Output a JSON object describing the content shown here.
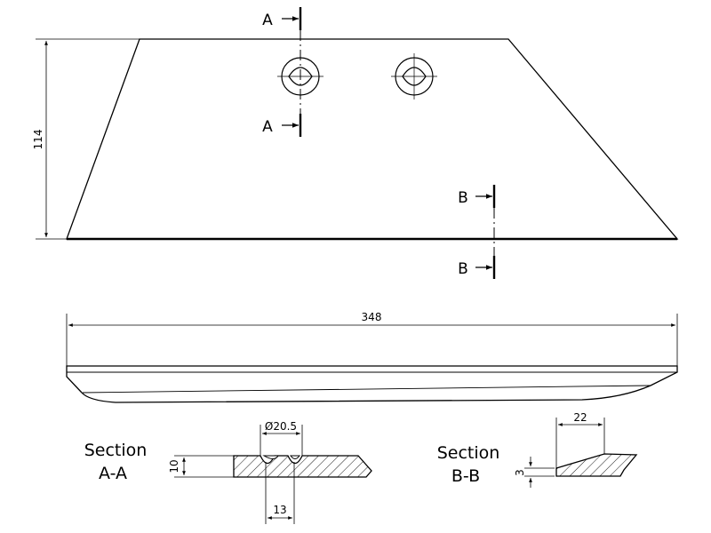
{
  "dimensions": {
    "height": "114",
    "length": "348",
    "hole_diameter": "Ø20.5",
    "section_a_height": "10",
    "section_a_width": "13",
    "section_b_width": "22",
    "section_b_height": "3"
  },
  "cut_labels": {
    "a_top": "A",
    "a_bottom": "A",
    "b_top": "B",
    "b_bottom": "B"
  },
  "sections": {
    "a_line1": "Section",
    "a_line2": "A-A",
    "b_line1": "Section",
    "b_line2": "B-B"
  }
}
